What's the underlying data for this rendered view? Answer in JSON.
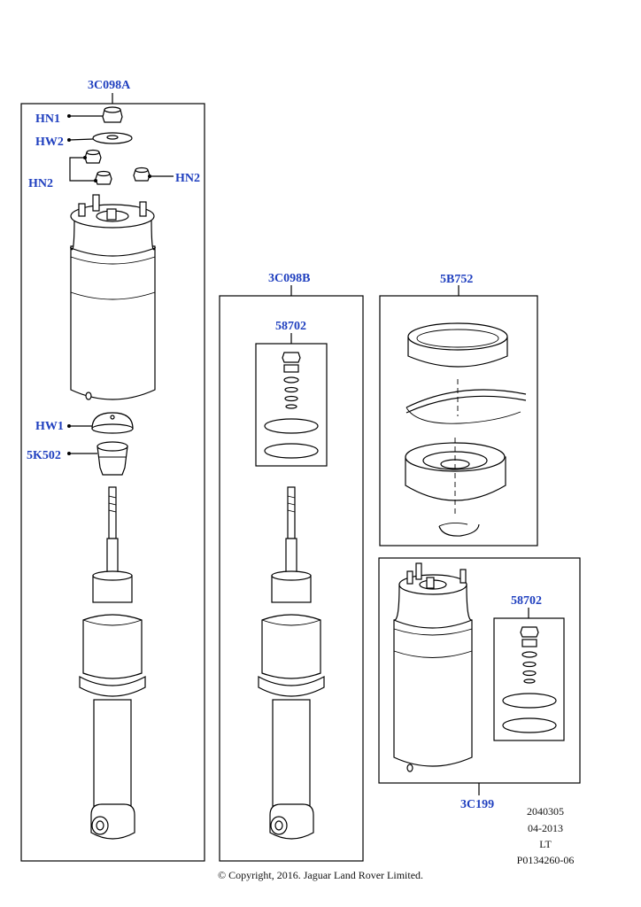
{
  "labels": {
    "top_assembly": "3C098A",
    "hn1": "HN1",
    "hw2": "HW2",
    "hn2_left": "HN2",
    "hn2_right": "HN2",
    "hw1": "HW1",
    "k5502": "5K502",
    "mid_assembly": "3C098B",
    "kit_58702_mid": "58702",
    "assy_5b752": "5B752",
    "kit_58702_right": "58702",
    "assy_3c199": "3C199"
  },
  "reference": {
    "code": "2040305",
    "date": "04-2013",
    "region": "LT",
    "part": "P0134260-06"
  },
  "copyright": "© Copyright, 2016. Jaguar Land Rover Limited."
}
